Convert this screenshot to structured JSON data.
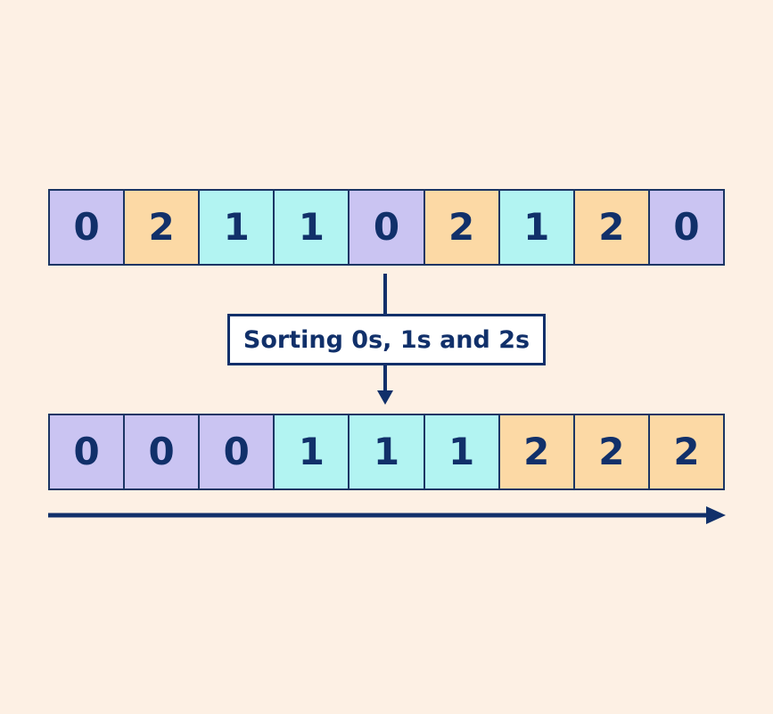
{
  "diagram": {
    "title": "Sorting 0s, 1s and 2s",
    "background_color": "#fdf0e4",
    "stroke_color": "#11306a",
    "colors": {
      "value_0": "#cac4f2",
      "value_1": "#b2f4f2",
      "value_2": "#fcd9a5",
      "text": "#11306a",
      "label_box_fill": "#ffffff"
    },
    "input_array": {
      "name": "unsorted-array",
      "values": [
        "0",
        "2",
        "1",
        "1",
        "0",
        "2",
        "1",
        "2",
        "0"
      ]
    },
    "output_array": {
      "name": "sorted-array",
      "values": [
        "0",
        "0",
        "0",
        "1",
        "1",
        "1",
        "2",
        "2",
        "2"
      ]
    },
    "process_label": "Sorting 0s, 1s and 2s",
    "flow_arrow_direction": "down",
    "axis_arrow_direction": "right"
  }
}
